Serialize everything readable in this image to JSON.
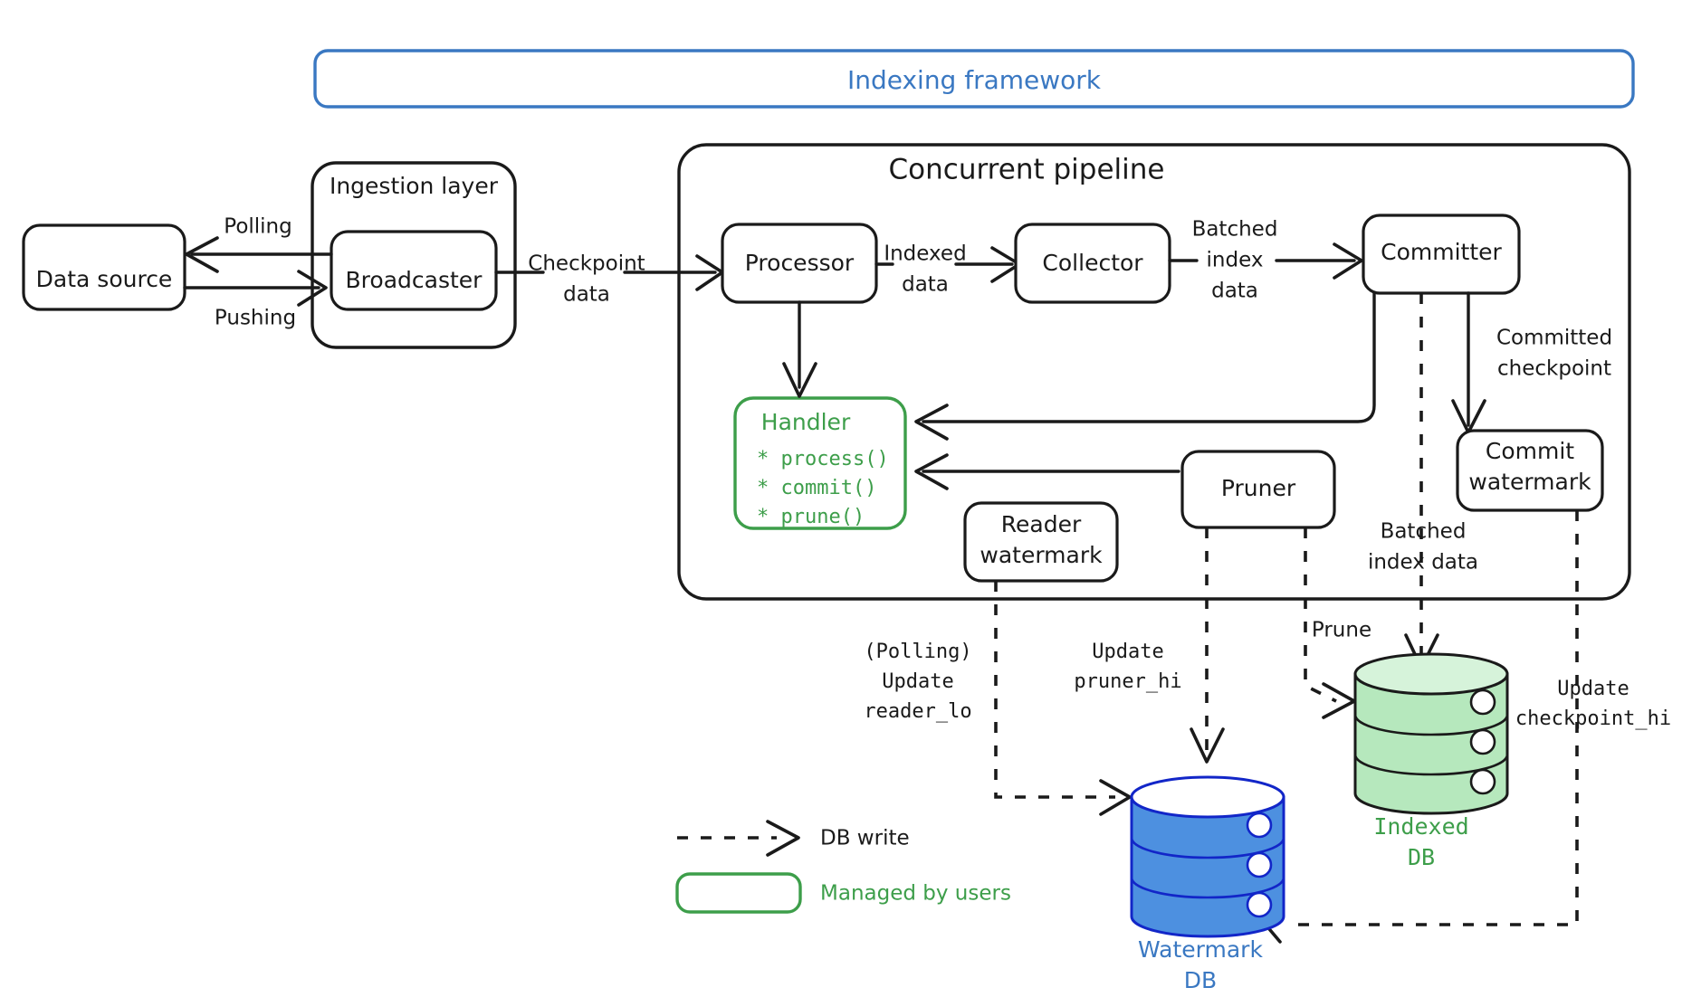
{
  "framework": {
    "title": "Indexing framework",
    "color": "#3a78c2"
  },
  "groups": {
    "ingestion": {
      "title": "Ingestion layer"
    },
    "pipeline": {
      "title": "Concurrent pipeline"
    }
  },
  "nodes": {
    "data_source": "Data source",
    "broadcaster": "Broadcaster",
    "processor": "Processor",
    "collector": "Collector",
    "committer": "Committer",
    "commit_watermark_1": "Commit",
    "commit_watermark_2": "watermark",
    "reader_watermark_1": "Reader",
    "reader_watermark_2": "watermark",
    "pruner": "Pruner"
  },
  "handler": {
    "title": "Handler",
    "methods": [
      "* process()",
      "* commit()",
      "* prune()"
    ],
    "color": "#3d9e4a"
  },
  "edge_labels": {
    "polling": "Polling",
    "pushing": "Pushing",
    "checkpoint_data_1": "Checkpoint",
    "checkpoint_data_2": "data",
    "indexed_data_1": "Indexed",
    "indexed_data_2": "data",
    "batched_index_data_1": "Batched",
    "batched_index_data_2": "index",
    "batched_index_data_3": "data",
    "committed_checkpoint_1": "Committed",
    "committed_checkpoint_2": "checkpoint",
    "batched_index_data_b1": "Batched",
    "batched_index_data_b2": "index data",
    "prune": "Prune"
  },
  "db_write_labels": {
    "reader_lo_1": "(Polling)",
    "reader_lo_2": "Update",
    "reader_lo_3": "reader_lo",
    "pruner_hi_1": "Update",
    "pruner_hi_2": "pruner_hi",
    "checkpoint_hi_1": "Update",
    "checkpoint_hi_2": "checkpoint_hi"
  },
  "databases": {
    "indexed": {
      "line1": "Indexed",
      "line2": "DB",
      "fill": "#b6e8bd",
      "label_color": "#3d9e4a"
    },
    "watermark": {
      "line1": "Watermark",
      "line2": "DB",
      "fill": "#4d90e0",
      "label_color": "#3a78c2"
    }
  },
  "legend": {
    "db_write": "DB write",
    "managed_by_users": "Managed by users",
    "managed_color": "#3d9e4a"
  }
}
